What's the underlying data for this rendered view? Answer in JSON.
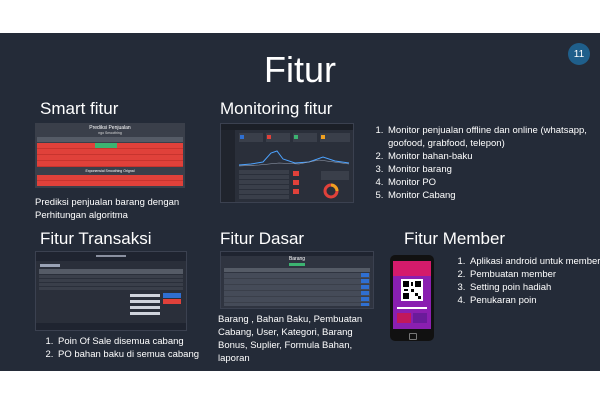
{
  "slide_number": "11",
  "title": "Fitur",
  "sections": {
    "smart": {
      "heading": "Smart fitur",
      "caption": "Prediksi penjualan barang dengan Perhitungan algoritma",
      "screenshot": {
        "title": "Prediksi Penjualan",
        "subtitle": "ngo Smoothing",
        "table2_title": "Exponensial Smoothing Orignal"
      }
    },
    "monitoring": {
      "heading": "Monitoring fitur",
      "items": [
        "Monitor penjualan offline dan online (whatsapp, goofood, grabfood, telepon)",
        "Monitor bahan-baku",
        "Monitor barang",
        "Monitor PO",
        "Monitor Cabang"
      ]
    },
    "transaksi": {
      "heading": "Fitur Transaksi",
      "items": [
        "Poin Of Sale disemua cabang",
        "PO bahan baku di semua cabang"
      ]
    },
    "dasar": {
      "heading": "Fitur Dasar",
      "caption": "Barang , Bahan Baku, Pembuatan Cabang, User, Kategori, Barang Bonus, Suplier, Formula Bahan, laporan",
      "screenshot": {
        "title": "Barang"
      }
    },
    "member": {
      "heading": "Fitur Member",
      "items": [
        "Aplikasi android untuk member",
        "Pembuatan member",
        "Setting poin hadiah",
        "Penukaran poin"
      ]
    }
  },
  "colors": {
    "slide_bg": "#242b38",
    "badge": "#1f5f8b",
    "red_rows": "#e0413a",
    "table_bg": "#3a3f4a",
    "app_bg": "#2a2f3a",
    "accent_blue": "#2f6fd1",
    "phone_purple": "#8a1fb0",
    "phone_pink": "#d41b6b"
  }
}
